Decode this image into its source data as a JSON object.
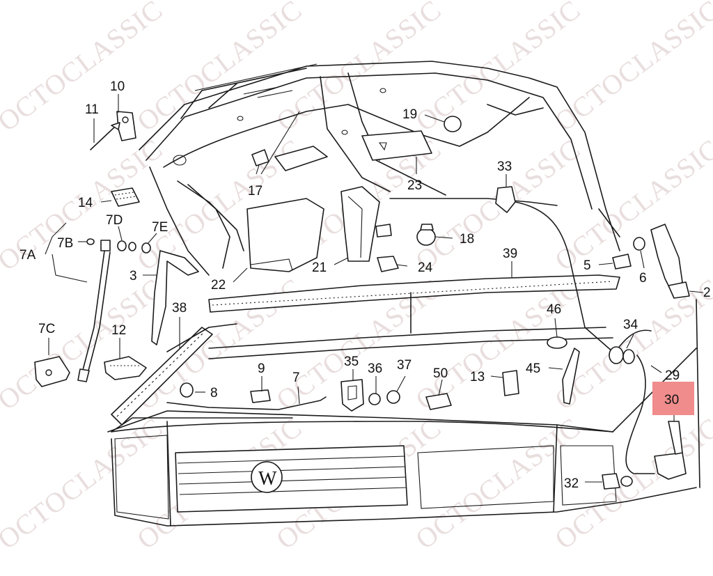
{
  "diagram": {
    "watermark": "OCTOCLASSIC",
    "highlight_color": "#f08c8c",
    "highlighted_part": "30",
    "callouts": [
      "10",
      "11",
      "14",
      "7D",
      "7E",
      "7B",
      "7A",
      "3",
      "7C",
      "12",
      "38",
      "8",
      "9",
      "7",
      "35",
      "36",
      "37",
      "50",
      "13",
      "45",
      "46",
      "22",
      "21",
      "24",
      "39",
      "17",
      "19",
      "23",
      "33",
      "18",
      "5",
      "6",
      "2",
      "34",
      "29",
      "30",
      "32"
    ]
  }
}
